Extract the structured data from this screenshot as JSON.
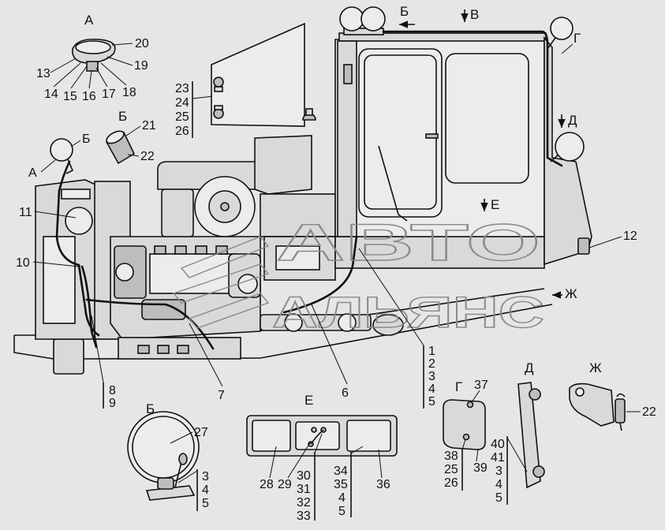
{
  "watermark": {
    "line1": "АВТО",
    "line2": "АЛЬЯНС"
  },
  "inset_a": {
    "title": "А",
    "callouts": [
      "20",
      "19",
      "13",
      "14",
      "15",
      "16",
      "17",
      "18"
    ]
  },
  "group_23_26": {
    "callouts": [
      "23",
      "24",
      "25",
      "26"
    ]
  },
  "inset_b": {
    "title": "Б",
    "callouts": [
      "21",
      "22"
    ]
  },
  "main_view": {
    "lamp_marks": [
      "А",
      "Б"
    ],
    "callouts": [
      "11",
      "10",
      "8",
      "9",
      "7",
      "6",
      "12"
    ],
    "stack_1_5": [
      "1",
      "2",
      "3",
      "4",
      "5"
    ],
    "view_arrows": [
      "Б",
      "В",
      "Г",
      "Д",
      "Е",
      "Ж"
    ]
  },
  "detail_b": {
    "title": "Б",
    "callouts": [
      "27"
    ],
    "stack": [
      "3",
      "4",
      "5"
    ]
  },
  "detail_e": {
    "title": "Е",
    "callouts": [
      "28",
      "29",
      "36"
    ],
    "stack_a": [
      "30",
      "31",
      "32",
      "33"
    ],
    "stack_b": [
      "34",
      "35",
      "4",
      "5"
    ]
  },
  "detail_g": {
    "title": "Г",
    "callouts": [
      "37",
      "39"
    ],
    "stack": [
      "38",
      "25",
      "26"
    ]
  },
  "detail_d": {
    "title": "Д",
    "stack": [
      "40",
      "41",
      "3",
      "4",
      "5"
    ]
  },
  "detail_zh": {
    "title": "Ж",
    "callouts": [
      "22"
    ]
  }
}
